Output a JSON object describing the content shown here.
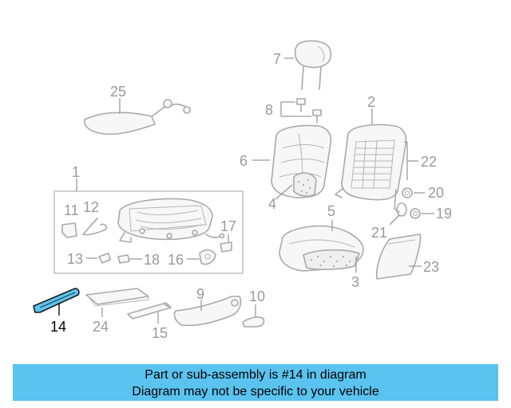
{
  "diagram": {
    "highlight_color": "#5bc3f0",
    "highlighted_part": "14",
    "callouts": {
      "c1": "1",
      "c2": "2",
      "c3": "3",
      "c4": "4",
      "c5": "5",
      "c6": "6",
      "c7": "7",
      "c8": "8",
      "c9": "9",
      "c10": "10",
      "c11": "11",
      "c12": "12",
      "c13": "13",
      "c14": "14",
      "c15": "15",
      "c16": "16",
      "c17": "17",
      "c18": "18",
      "c19": "19",
      "c20": "20",
      "c21": "21",
      "c22": "22",
      "c23": "23",
      "c24": "24",
      "c25": "25"
    }
  },
  "banner": {
    "line1": "Part or sub-assembly is #14 in diagram",
    "line2": "Diagram may not be specific to your vehicle"
  }
}
